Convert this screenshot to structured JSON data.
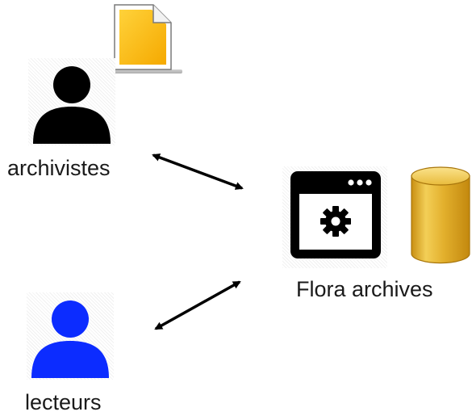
{
  "actors": [
    {
      "label": "archivistes",
      "icon": "user-icon",
      "color": "#000000"
    },
    {
      "label": "lecteurs",
      "icon": "user-icon",
      "color": "#0c2cff"
    }
  ],
  "system": {
    "label": "Flora archives",
    "icons": [
      "app-window-gear-icon",
      "database-icon"
    ]
  },
  "document_icon": "document-icon",
  "colors": {
    "document": "#fbbd14",
    "database": "#e6b42e",
    "arrow": "#000000"
  }
}
